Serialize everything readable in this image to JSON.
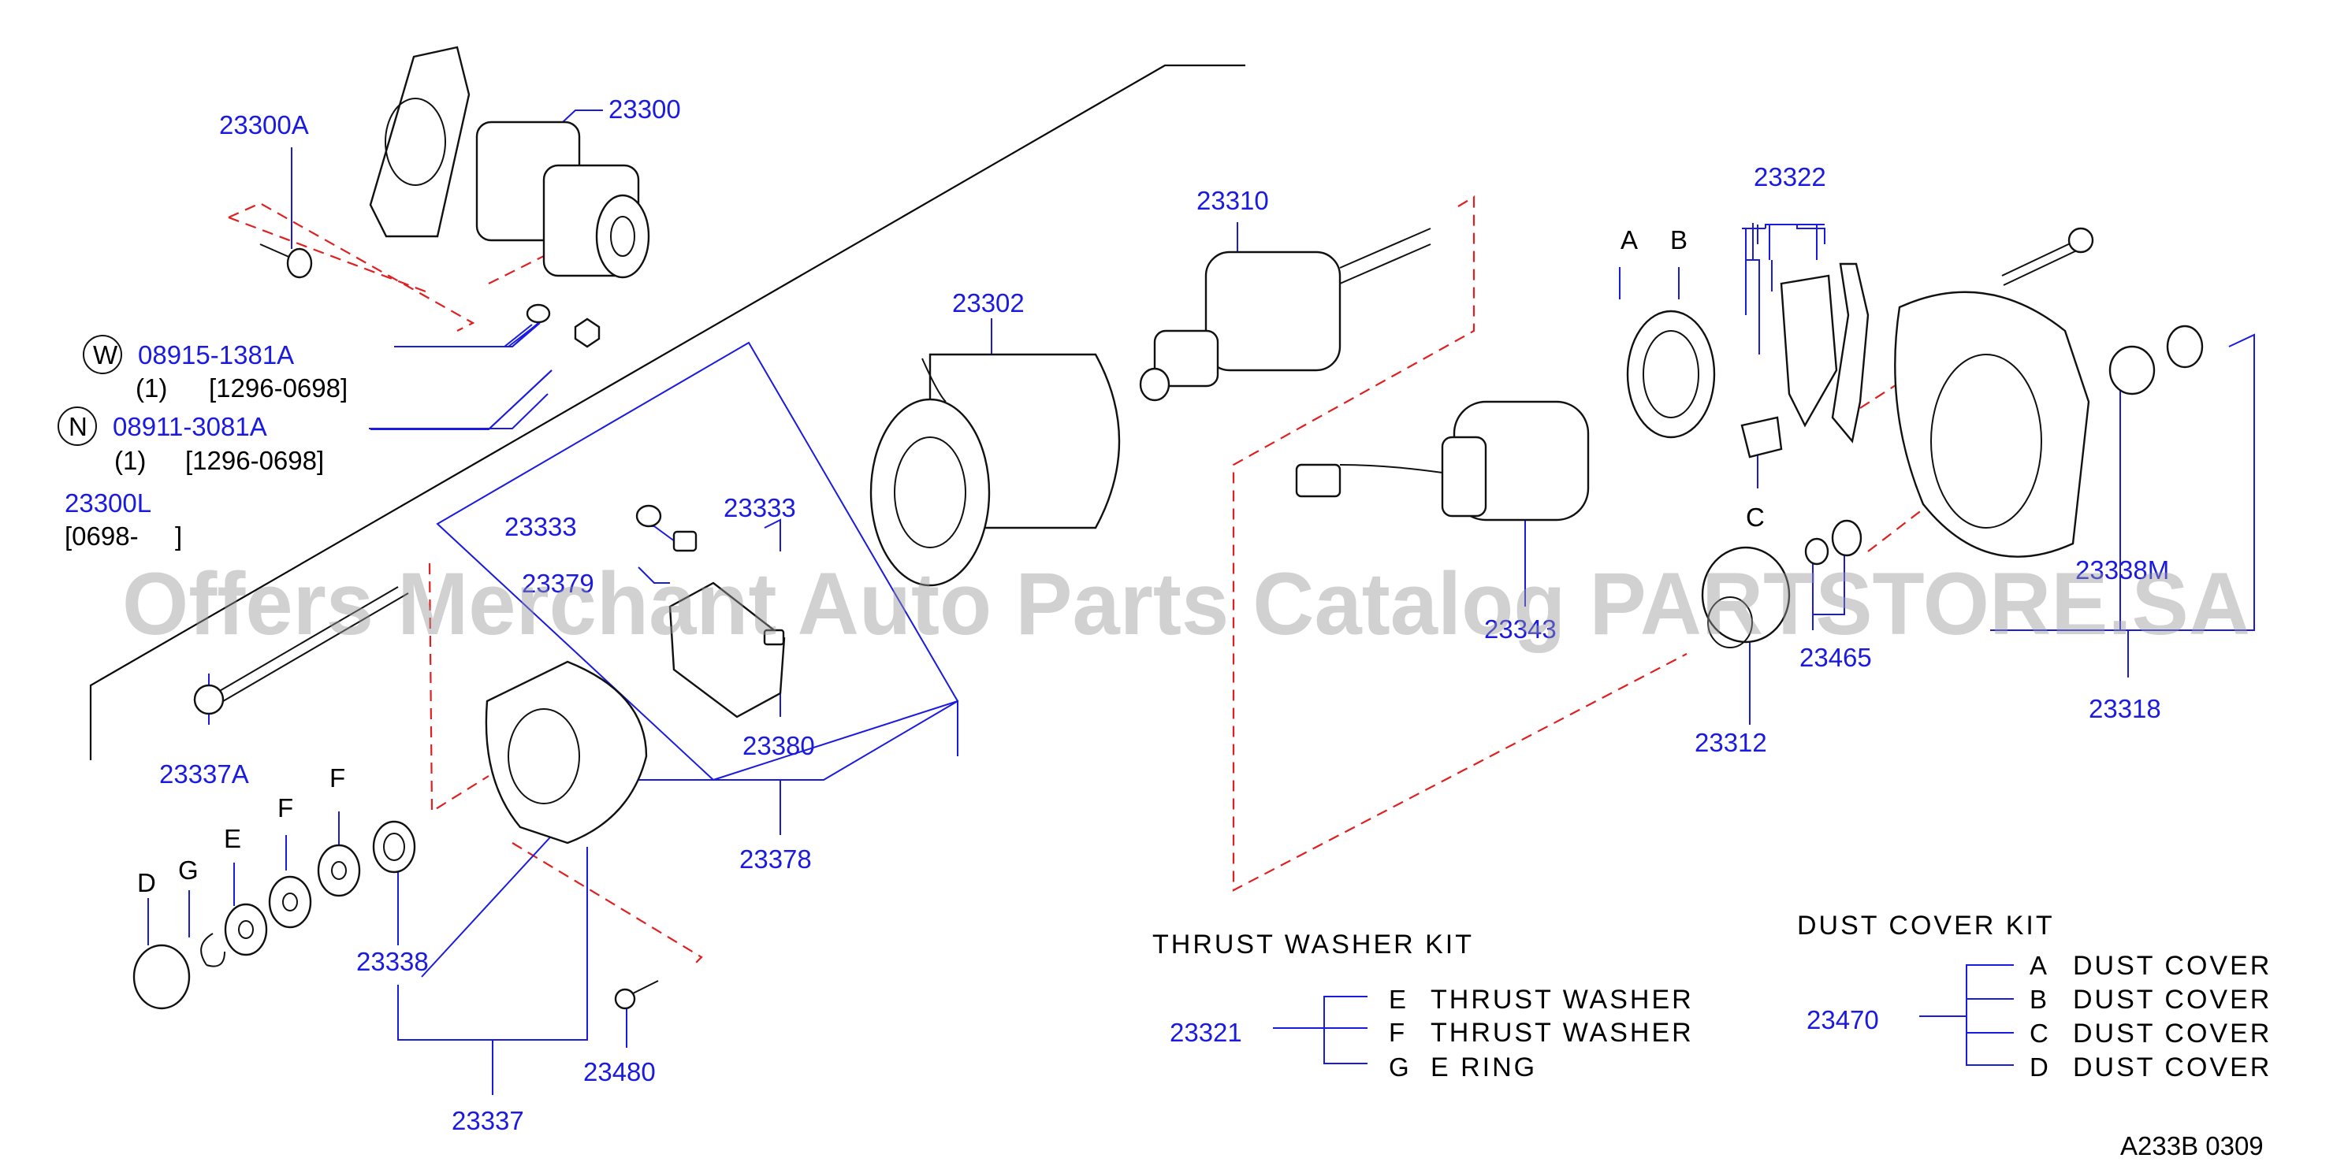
{
  "parts": [
    {
      "id": "p23300A",
      "text": "23300A"
    },
    {
      "id": "p23300",
      "text": "23300"
    },
    {
      "id": "p23310",
      "text": "23310"
    },
    {
      "id": "p23302",
      "text": "23302"
    },
    {
      "id": "p23322",
      "text": "23322"
    },
    {
      "id": "p23333a",
      "text": "23333"
    },
    {
      "id": "p23333b",
      "text": "23333"
    },
    {
      "id": "p23379",
      "text": "23379"
    },
    {
      "id": "p23380",
      "text": "23380"
    },
    {
      "id": "p23378",
      "text": "23378"
    },
    {
      "id": "p23343",
      "text": "23343"
    },
    {
      "id": "p23338M",
      "text": "23338M"
    },
    {
      "id": "p23465",
      "text": "23465"
    },
    {
      "id": "p23318",
      "text": "23318"
    },
    {
      "id": "p23312",
      "text": "23312"
    },
    {
      "id": "p23337A",
      "text": "23337A"
    },
    {
      "id": "p23338",
      "text": "23338"
    },
    {
      "id": "p23337",
      "text": "23337"
    },
    {
      "id": "p23480",
      "text": "23480"
    },
    {
      "id": "p23321",
      "text": "23321"
    },
    {
      "id": "p23470",
      "text": "23470"
    },
    {
      "id": "p08915",
      "text": "08915-1381A"
    },
    {
      "id": "p08911",
      "text": "08911-3081A"
    },
    {
      "id": "p23300L",
      "text": "23300L"
    }
  ],
  "letters": {
    "w": "W",
    "n": "N",
    "a": "A",
    "b": "B",
    "c": "C",
    "d": "D",
    "g": "G",
    "e": "E",
    "f1": "F",
    "f2": "F"
  },
  "notes": {
    "w_qty": "(1)",
    "w_range": "[1296-0698]",
    "n_qty": "(1)",
    "n_range": "[1296-0698]",
    "l_range_open": "[0698-",
    "l_range_close": "]"
  },
  "thrust_kit": {
    "title": "THRUST  WASHER  KIT",
    "rows": [
      {
        "letter": "E",
        "desc": "THRUST  WASHER"
      },
      {
        "letter": "F",
        "desc": "THRUST  WASHER"
      },
      {
        "letter": "G",
        "desc": "E  RING"
      }
    ]
  },
  "dust_kit": {
    "title": "DUST  COVER  KIT",
    "rows": [
      {
        "letter": "A",
        "desc": "DUST  COVER"
      },
      {
        "letter": "B",
        "desc": "DUST  COVER"
      },
      {
        "letter": "C",
        "desc": "DUST  COVER"
      },
      {
        "letter": "D",
        "desc": "DUST  COVER"
      }
    ]
  },
  "footer_code": "A233B  0309",
  "watermark": "Offers Merchant Auto Parts Catalog PARTSTORE.SA",
  "colors": {
    "callout": "#1a1ae0",
    "line": "#0a0a0a",
    "dash": "#e02020",
    "watermark": "#9a9a9a"
  }
}
